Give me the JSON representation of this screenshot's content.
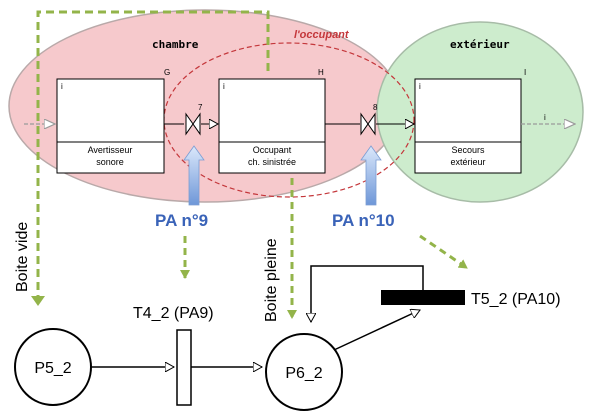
{
  "zones": {
    "chambre": "chambre",
    "occupant": "l'occupant",
    "exterieur": "extérieur"
  },
  "blocks": {
    "avertisseur": {
      "line1": "Avertisseur",
      "line2": "sonore",
      "port_in": "i",
      "tag": "G"
    },
    "occupant": {
      "line1": "Occupant",
      "line2": "ch. sinistrée",
      "port_in": "i",
      "tag": "H"
    },
    "secours": {
      "line1": "Secours",
      "line2": "extérieur",
      "port_in": "i",
      "tag": "I"
    },
    "valve_left_number": "7",
    "valve_right_number": "8",
    "output_port": "i"
  },
  "pa_labels": {
    "pa9": "PA n°9",
    "pa10": "PA n°10"
  },
  "petri": {
    "places": {
      "p5": "P5_2",
      "p6": "P6_2"
    },
    "transitions": {
      "t4": "T4_2 (PA9)",
      "t5": "T5_2 (PA10)"
    },
    "annotations": {
      "boite_vide": "Boite vide",
      "boite_pleine": "Boite pleine"
    }
  },
  "colors": {
    "chambre_fill": "#f6c9cc",
    "exterieur_fill": "#cdeccd",
    "green_dash": "#93b44a",
    "pa_arrow": "#a9c6ee",
    "occupant_red": "#c4373b"
  }
}
